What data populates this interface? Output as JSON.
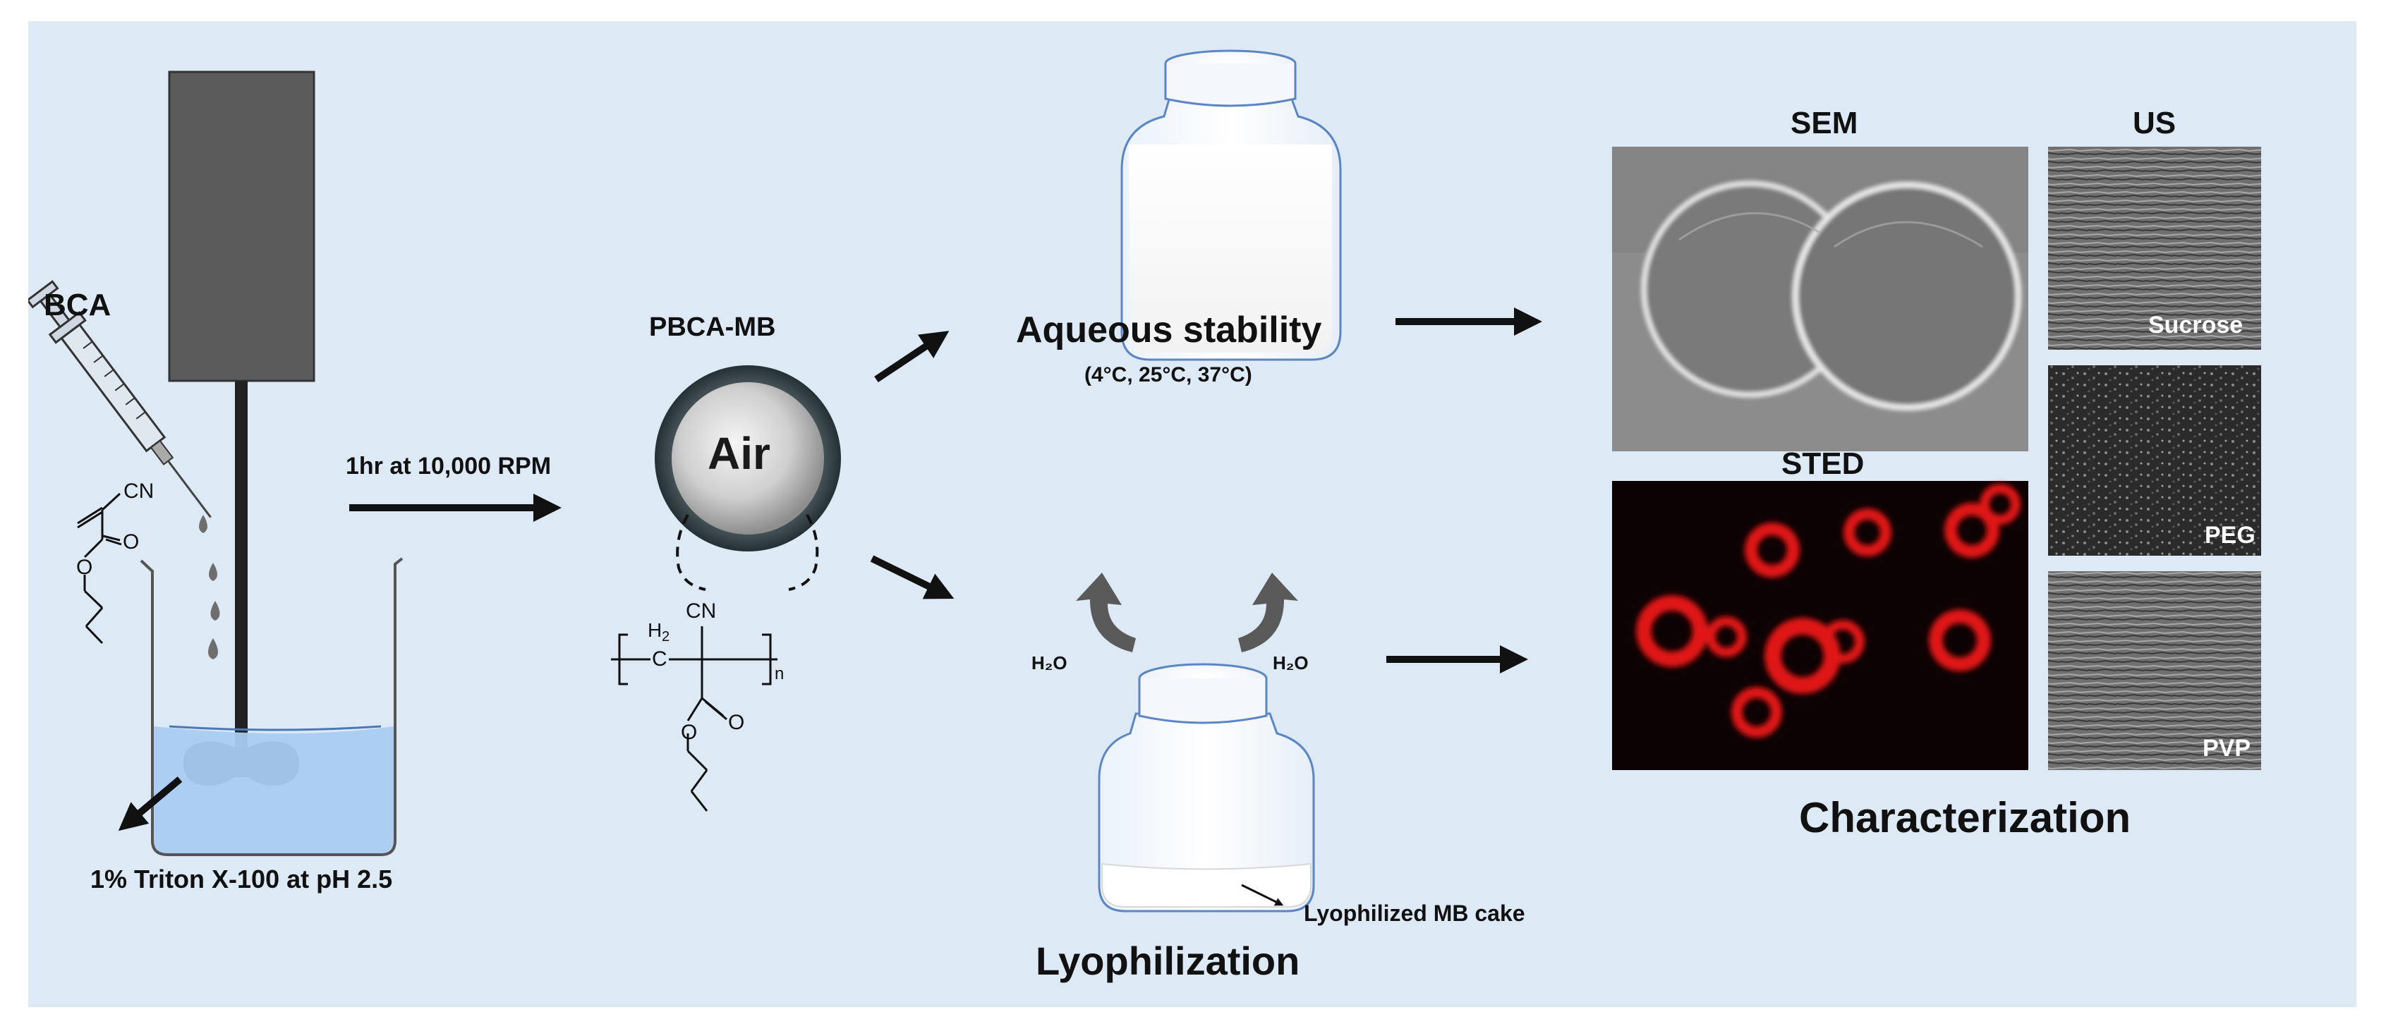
{
  "labels": {
    "bca": "BCA",
    "triton": "1% Triton X-100 at pH 2.5",
    "rpm": "1hr at 10,000 RPM",
    "pbca_mb": "PBCA-MB",
    "air": "Air",
    "aqueous": "Aqueous stability",
    "temps": "(4°C, 25°C, 37°C)",
    "lyophilization": "Lyophilization",
    "lyo_cake": "Lyophilized  MB cake",
    "h2o_left": "H₂O",
    "h2o_right": "H₂O",
    "sem": "SEM",
    "us": "US",
    "sted": "STED",
    "characterization": "Characterization",
    "us_sucrose": "Sucrose",
    "us_peg": "PEG",
    "us_pvp": "PVP"
  },
  "chem": {
    "cn_monomer": "CN",
    "o_monomer": "O",
    "o2_monomer": "O",
    "cn_polymer": "CN",
    "h2_polymer": "H",
    "h2_sub": "2",
    "c_polymer": "C",
    "n_polymer": "n",
    "o_polymer": "O",
    "o2_polymer": "O"
  },
  "colors": {
    "panel_bg": "#dde9f5",
    "liquid": "#a9ccf2",
    "sted_bg": "#0d0203",
    "sted_ring": "#e01717"
  }
}
